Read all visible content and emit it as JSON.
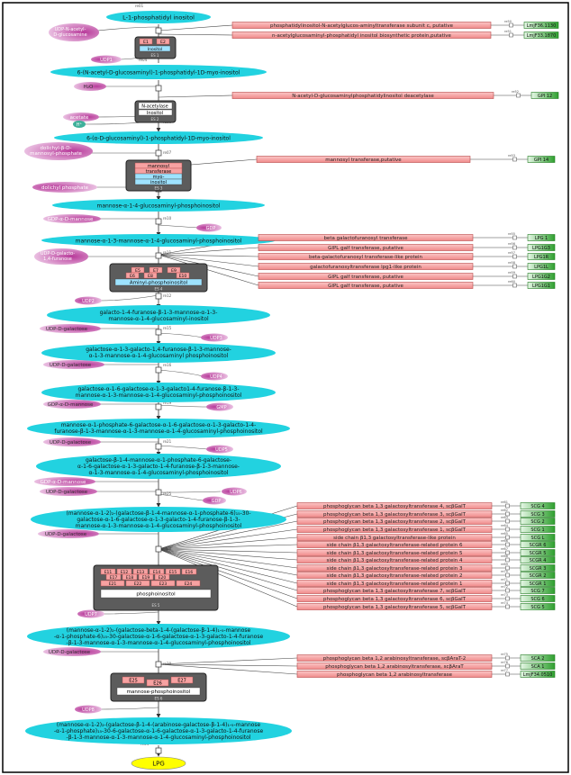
{
  "colors": {
    "metabolite_fill": "#22d2e0",
    "cofactor_fill": "#b83a9a",
    "cofactor_light": "#eac2e4",
    "enzyme_fill": "#f7a2a2",
    "enzyme_stroke": "#b84848",
    "gene_fill": "#5cc85c",
    "gene_light": "#e6f7e6",
    "complex_fill": "#666666",
    "final_fill": "#ffff00"
  },
  "nodes": {
    "m1": "L-1-phosphatidyl inositol",
    "m2": "6-(N-acetyl-D-glucosaminyl)-1-phosphatidyl-1D-myo-inositol",
    "m3": "6-(α-D-glucosaminyl)-1-phosphatidyl-1D-myo-inositol",
    "m4": "mannose-α-1-4-glucosaminyl-phosphoinositol",
    "m5": "mannose-α-1-3-mannose-α-1-4-glucosaminyl-phosphoinositol",
    "m6a": "galacto-1-4-furanose-β-1-3-mannose-α-1-3-",
    "m6b": "mannose-α-1-4-glucosaminyl-inositol",
    "m7a": "galactose-α-1-3-galacto-1,4-furanose-β-1-3-mannose-",
    "m7b": "α-1-3-mannose-α-1-4-glucosaminyl phosphoinositol",
    "m8a": "galactose-α-1-6-galactose-α-1-3-galacto1-4-furanose-β-1-3-",
    "m8b": "mannose-α-1-3-mannose-α-1-4-glucosaminyl-phosphoinositol",
    "m9a": "mannose-α-1-phosphate-6-galactose-α-1-6-galactose-α-1-3-galacto-1-4-",
    "m9b": "furanose-β-1-3-mannose-α-1-3-mannose-α-1-4-glucosaminyl-phosphoinositol",
    "m10a": "galactose-β-1-4-mannose-α-1-phosphate-6-galactose-",
    "m10b": "α-1-6-galactose-α-1-3-galacto-1-4-furanose-β-1-3-mannose-",
    "m10c": "α-1-3-mannose-α-1-4-glucosaminyl-phosphoinositol",
    "m11a": "(mannose-α-1-2)₂-(galactose-β-1-4-mannose-α-1-phosphate-6)₁₅-30-",
    "m11b": "galactose-α-1-6-galactose-α-1-3-galacto-1-4-furanose-β-1-3-",
    "m11c": "mannose-α-1-3-mannose-α-1-4-glucosaminyl-phosphoinositol",
    "m12a": "(mannose-α-1-2)₂-(galactose-beta-1-4-(galactose-β-1-4)₁-₅-mannose",
    "m12b": "-α-1-phosphate-6)₁₅-30-galactose-α-1-6-galactose-α-1-3-galacto-1-4-furanose",
    "m12c": "-β-1-3-mannose-α-1-3-mannose-α-1-4-glucosaminyl-phosphoinositol",
    "m13a": "(mannose-α-1-2)₂-(galactose-β-1-4-(arabinose-galactose-β-1-4)₁-₅-mannose",
    "m13b": "-α-1-phosphate)₁₅-30-6-galactose-α-1-6-galactose-α-1-3-galacto-1-4-furanose",
    "m13c": "-β-1-3-mannose-α-1-3-mannose-α-1-4-glucosaminyl-phosphoinositol",
    "final": "LPG"
  },
  "cofactors": {
    "c_udpnag_a": "UDP-N-acetyl-",
    "c_udpnag_b": "D-glucosamine",
    "c_udp1": "UDP1",
    "c_h2o": "H₂O",
    "c_acetate": "acetate",
    "c_h": "H⁺",
    "c_dpm_a": "dolichyl-β-D-",
    "c_dpm_b": "mannosyl-phosphate",
    "c_dp": "dolichyl phosphate",
    "c_gdpman1": "GDP-α-D-mannose",
    "c_gdp1": "GDP",
    "c_udpgf_a": "UDP-D-galacto-",
    "c_udpgf_b": "1,4-furanose",
    "c_udp2": "UDP2",
    "c_udpgal1": "UDP-D-galactose",
    "c_udp3": "UDP3",
    "c_udpgal2": "UDP-D-galactose",
    "c_udp4": "UDP4",
    "c_gdpman2": "GDP-α-D-mannose",
    "c_gmp": "GMP",
    "c_udpgal3": "UDP-D-galactose",
    "c_udp5": "UDP5",
    "c_gdpman3": "GDP-α-D-mannose",
    "c_udpgal4": "UDP-D-galactose",
    "c_udp6": "UDP6",
    "c_gdp2": "GDP",
    "c_udpgal5": "UDP-D-galactose",
    "c_udp7": "UDP7",
    "c_udpgal6": "UDP-D-galactose",
    "c_udp8": "UDP8"
  },
  "complexes": {
    "es1": {
      "slots": [
        "E1",
        "E2"
      ],
      "name": "Inositol",
      "id": "ES 1"
    },
    "es2": {
      "slots": [],
      "name_a": "N-acetylase",
      "name_b": "Inositol",
      "id": "ES 2"
    },
    "es3": {
      "slots": [],
      "name_a": "mannosyl",
      "name_b": "transferase",
      "name_c": "myo-",
      "name_d": "inositol",
      "id": "ES 3"
    },
    "es4": {
      "slots": [
        "E5",
        "E7",
        "E9",
        "E6",
        "E8",
        "E10"
      ],
      "name": "Aminyl-phosphoinositol",
      "id": "ES 4"
    },
    "es5": {
      "slots": [
        "E11",
        "E12",
        "E13",
        "E14",
        "E15",
        "E16",
        "E17",
        "E18",
        "E19",
        "E20",
        "E21",
        "E22",
        "E23",
        "E24"
      ],
      "name": "phosphoinositol",
      "id": "ES 5"
    },
    "es6": {
      "slots": [
        "E25",
        "E26",
        "E27"
      ],
      "name": "mannose-phosphoinositol",
      "id": "ES 6"
    }
  },
  "reactions": {
    "r_top": "re01",
    "r1": "re04",
    "r2": "re09",
    "r3": "re04",
    "r4": "re06",
    "r5": "re07",
    "r6": "re08",
    "r7": "re10",
    "r8": "re11",
    "r9": "re12",
    "r10": "re15",
    "r11": "re16",
    "r12": "re19",
    "r13": "re21",
    "r14": "re25",
    "r15": "re28",
    "r16": "re30"
  },
  "enzymes": [
    {
      "label": "phosphatidylinositol-N-acetylglucos-aminyltransferase subunit c, putative",
      "gene": "LmjF36.1130",
      "site": "re50"
    },
    {
      "label": "n-acetylglucosaminyl-phosphatidyl inositol biosynthetic protein,putative",
      "gene": "LmjF33.1870",
      "site": "re51"
    },
    {
      "label": "N-acetyl-D-glucosaminylphosphatidylinositol deacetylase",
      "gene": "GPI 12",
      "site": "re52"
    },
    {
      "label": "mannosyl transferase,putative",
      "gene": "GPI 14",
      "site": "re53"
    },
    {
      "label": "beta galactofuranosyl transferase",
      "gene": "LPG 1",
      "site": "re55"
    },
    {
      "label": "GIPL galf transferase, putative",
      "gene": "LPG1G3",
      "site": "re56"
    },
    {
      "label": "beta-galactofuranosyl transferase-like protein",
      "gene": "LPG1R",
      "site": "re57"
    },
    {
      "label": "galactofuranosyltransferase lpg1-like protein",
      "gene": "LPG1L",
      "site": "re58"
    },
    {
      "label": "GIPL galf transferase, putative",
      "gene": "LPG1G2",
      "site": "re59"
    },
    {
      "label": "GIPL galf transferase, putative",
      "gene": "LPG1G1",
      "site": "re60"
    },
    {
      "label": "phosphoglycan beta 1,3 galactosyltransferase 4, scβGalT",
      "gene": "SCG 4",
      "site": "re61"
    },
    {
      "label": "phosphoglycan beta 1,3 galactosyltransferase 3, scβGalT",
      "gene": "SCG 3",
      "site": "re62"
    },
    {
      "label": "phosphoglycan beta 1,3 galactosyltransferase 2, scβGalT",
      "gene": "SCG 2",
      "site": "re63"
    },
    {
      "label": "phosphoglycan beta 1,3 galactosyltransferase 1, scβGalT",
      "gene": "SCG 1",
      "site": "re64"
    },
    {
      "label": "side chain β1,3 galactosyltransferase-like protein",
      "gene": "SCG L",
      "site": "re65"
    },
    {
      "label": "side chain β1,3 galactosyltransferase-related protein 6",
      "gene": "SCGR 6",
      "site": "re66"
    },
    {
      "label": "side chain β1,3 galactosyltransferase-related protein 5",
      "gene": "SCGR 5",
      "site": "re67"
    },
    {
      "label": "side chain β1,3 galactosyltransferase-related protein 4",
      "gene": "SCGR 4",
      "site": "re68"
    },
    {
      "label": "side chain β1,3 galactosyltransferase-related protein 3",
      "gene": "SCGR 3",
      "site": "re69"
    },
    {
      "label": "side chain β1,3 galactosyltransferase-related protein 2",
      "gene": "SCGR 2",
      "site": "re70"
    },
    {
      "label": "side chain β1,3 galactosyltransferase-related protein 1",
      "gene": "SCGR 1",
      "site": "re71"
    },
    {
      "label": "phosphoglycan beta 1,3 galactosyltransferase 7, scβGalT",
      "gene": "SCG 7",
      "site": "re72"
    },
    {
      "label": "phosphoglycan beta 1,3 galactosyltransferase 6, scβGalT",
      "gene": "SCG 6",
      "site": "re73"
    },
    {
      "label": "phosphoglycan beta 1,3 galactosyltransferase 5, scβGalT",
      "gene": "SCG 5",
      "site": "re74"
    },
    {
      "label": "phosphoglycan beta 1,2 arabinosyltransferase, scβAraT-2",
      "gene": "SCA 2",
      "site": "re75"
    },
    {
      "label": "phosphoglycan beta 1,2 arabinosyltransferase, scβAraT",
      "gene": "SCA 1",
      "site": "re76"
    },
    {
      "label": "phosphoglycan beta 1,2 arabinosyltransferase",
      "gene": "LmjF34.0510",
      "site": "re77"
    }
  ]
}
